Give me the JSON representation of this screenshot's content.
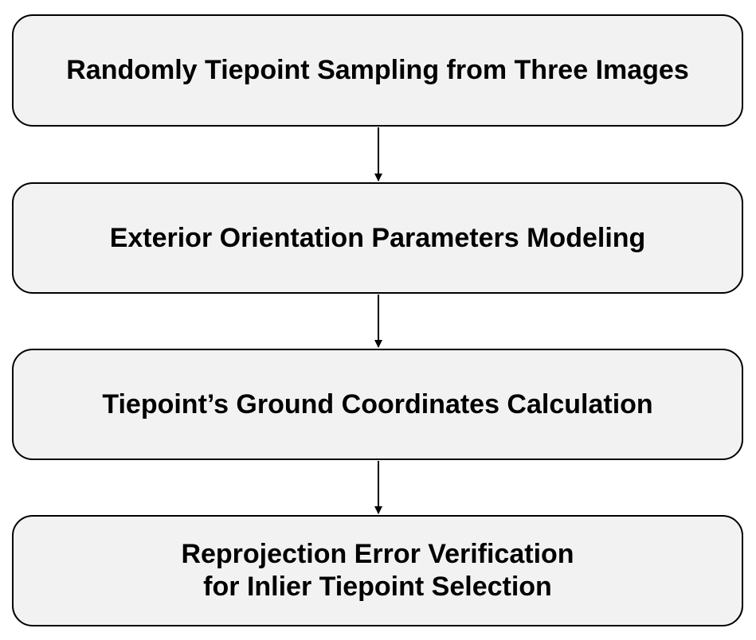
{
  "steps": [
    {
      "label": "Randomly Tiepoint Sampling from Three Images"
    },
    {
      "label": "Exterior Orientation Parameters Modeling"
    },
    {
      "label": "Tiepoint’s Ground Coordinates Calculation"
    },
    {
      "lines": [
        "Reprojection Error Verification",
        "for Inlier Tiepoint Selection"
      ]
    }
  ],
  "colors": {
    "box_fill": "#f2f2f2",
    "box_border": "#000000",
    "text": "#000000",
    "arrow": "#000000"
  }
}
